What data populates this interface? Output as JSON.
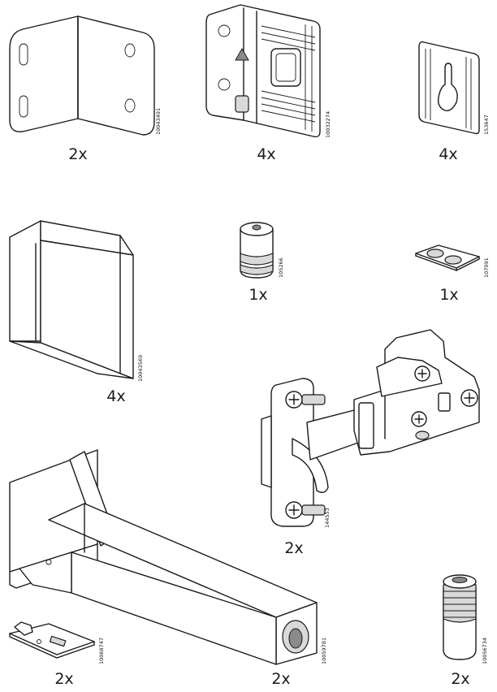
{
  "parts": [
    {
      "id": "angle-bracket",
      "qty": "2x",
      "part_number": "10043491",
      "icon": "angle-bracket-icon"
    },
    {
      "id": "mounting-plate",
      "qty": "4x",
      "part_number": "10032274",
      "icon": "mounting-plate-icon"
    },
    {
      "id": "hanger-plate",
      "qty": "4x",
      "part_number": "153647",
      "icon": "keyhole-hanger-icon"
    },
    {
      "id": "l-panel",
      "qty": "4x",
      "part_number": "10043569",
      "icon": "l-panel-icon"
    },
    {
      "id": "cylinder-stop",
      "qty": "1x",
      "part_number": "105266",
      "icon": "cylinder-stop-icon"
    },
    {
      "id": "bumper-pads",
      "qty": "1x",
      "part_number": "107091",
      "icon": "bumper-pads-icon"
    },
    {
      "id": "hinge",
      "qty": "2x",
      "part_number": "144553",
      "icon": "hinge-icon"
    },
    {
      "id": "clip",
      "qty": "2x",
      "part_number": "10068747",
      "icon": "clip-icon"
    },
    {
      "id": "support-arm",
      "qty": "2x",
      "part_number": "10059781",
      "icon": "support-arm-icon"
    },
    {
      "id": "threaded-foot",
      "qty": "2x",
      "part_number": "10056734",
      "icon": "threaded-foot-icon"
    }
  ]
}
